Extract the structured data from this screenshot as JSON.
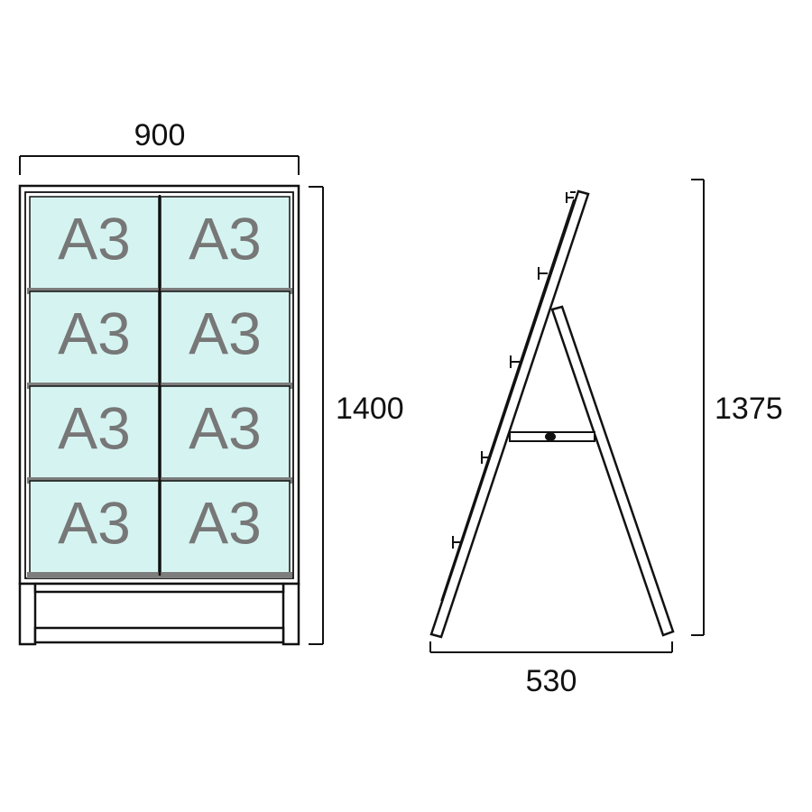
{
  "front_view": {
    "width_label": "900",
    "height_label": "1400",
    "slot_label": "A3",
    "rows": 4,
    "columns": 2
  },
  "side_view": {
    "height_label": "1375",
    "depth_label": "530"
  },
  "colors": {
    "panel_fill": "#d5f4f1",
    "frame_stroke": "#111111",
    "rail": "#7d7d7d",
    "label_text": "#777777",
    "frame_fill": "#ffffff"
  }
}
